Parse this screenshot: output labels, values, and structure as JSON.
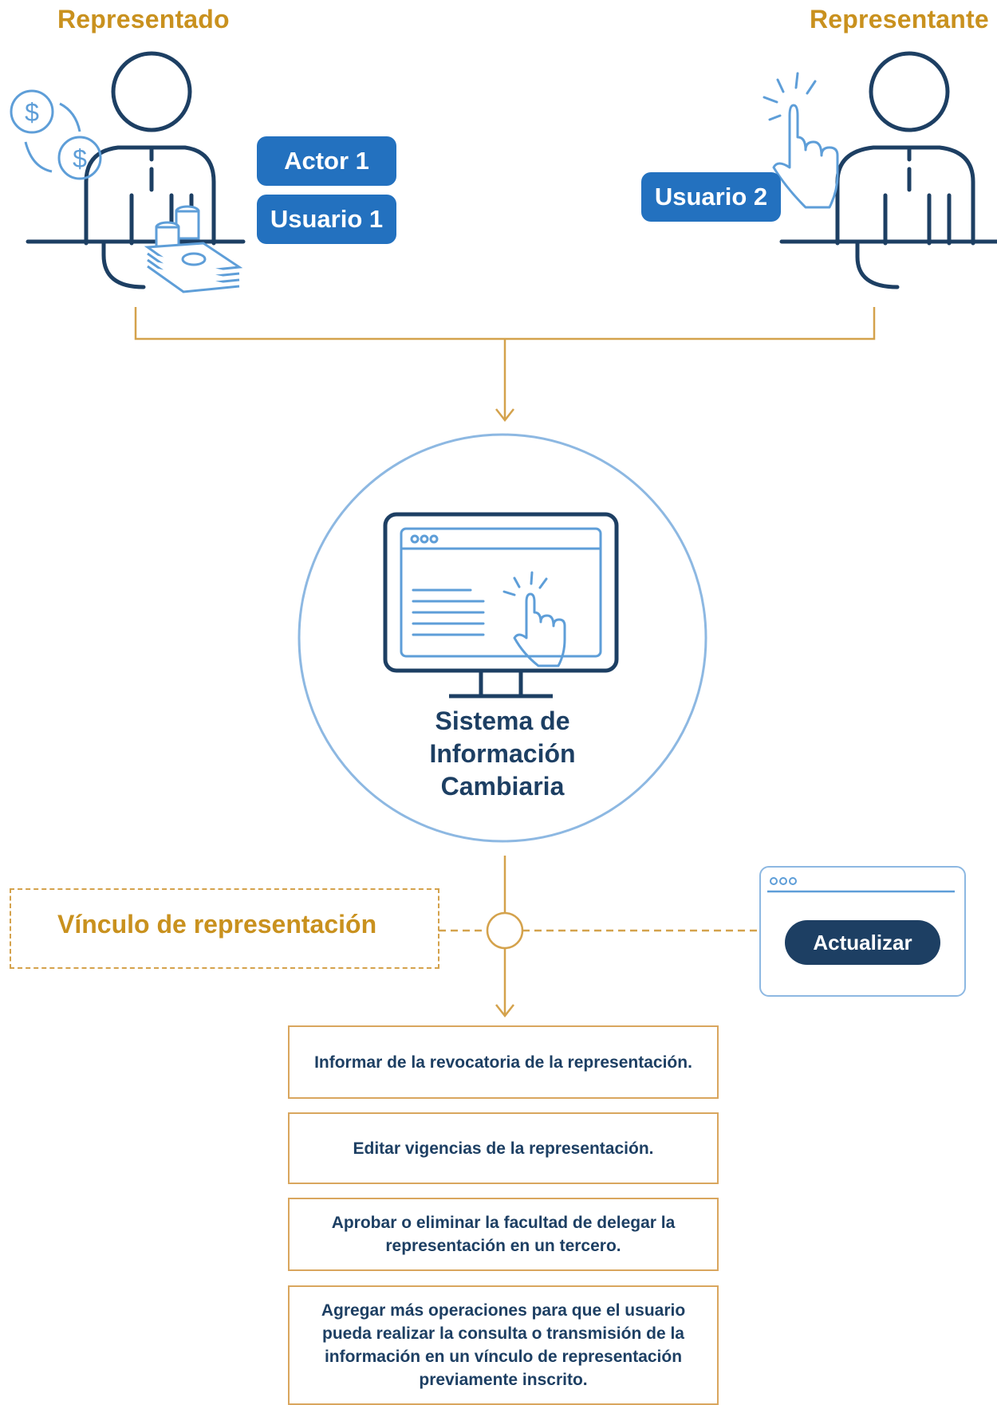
{
  "roles": {
    "left_title": "Representado",
    "right_title": "Representante"
  },
  "badges": {
    "actor1": "Actor 1",
    "usuario1": "Usuario 1",
    "usuario2": "Usuario 2"
  },
  "system": {
    "line1": "Sistema de",
    "line2": "Información",
    "line3": "Cambiaria"
  },
  "vinculo": {
    "label": "Vínculo de representación"
  },
  "window": {
    "button": "Actualizar"
  },
  "operations": [
    "Informar de la revocatoria de la representación.",
    "Editar vigencias de la representación.",
    "Aprobar o eliminar la facultad de delegar la representación en un tercero.",
    "Agregar más operaciones para que el usuario pueda realizar la consulta o transmisión de la información en un vínculo de representación previamente inscrito."
  ],
  "colors": {
    "gold": "#C9911E",
    "blue": "#2371BF",
    "navy": "#1D3F63",
    "light_blue": "#8DB8E2"
  },
  "icons": [
    "person-icon",
    "dollar-coins-icon",
    "money-stack-icon",
    "pointing-hand-icon",
    "computer-monitor-icon",
    "browser-window-icon"
  ]
}
